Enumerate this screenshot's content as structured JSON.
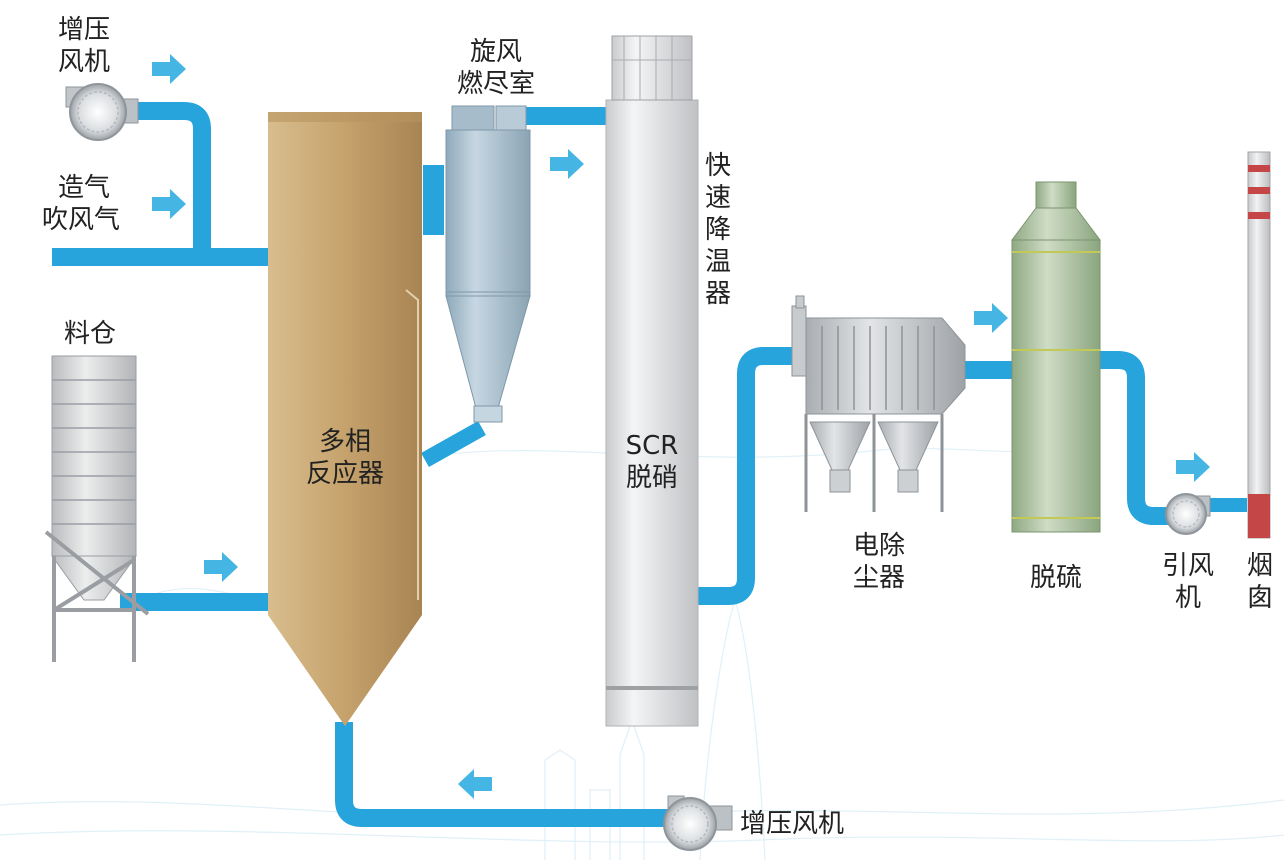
{
  "labels": {
    "booster_fan_top": [
      "增压",
      "风机"
    ],
    "gasification_air": [
      "造气",
      "吹风气"
    ],
    "silo": "料仓",
    "reactor": [
      "多相",
      "反应器"
    ],
    "cyclone": [
      "旋风",
      "燃尽室"
    ],
    "quench": [
      "快",
      "速",
      "降",
      "温",
      "器"
    ],
    "scr": [
      "SCR",
      "脱硝"
    ],
    "esp": [
      "电除",
      "尘器"
    ],
    "desulfurization": "脱硫",
    "id_fan": [
      "引风",
      "机"
    ],
    "chimney": [
      "烟",
      "囱"
    ],
    "booster_fan_bottom": "增压风机"
  },
  "colors": {
    "pipe": "#27a4dc",
    "arrow": "#45b6e3",
    "reactor": "#c9a877",
    "cyclone": "#a9c0cf",
    "scr": "#dfe1e3",
    "esp": "#bfc2c5",
    "desulfurization": "#b5c8a8",
    "chimney_band": "#c54646"
  },
  "icons": [
    "fan-icon",
    "flow-arrow-icon"
  ]
}
